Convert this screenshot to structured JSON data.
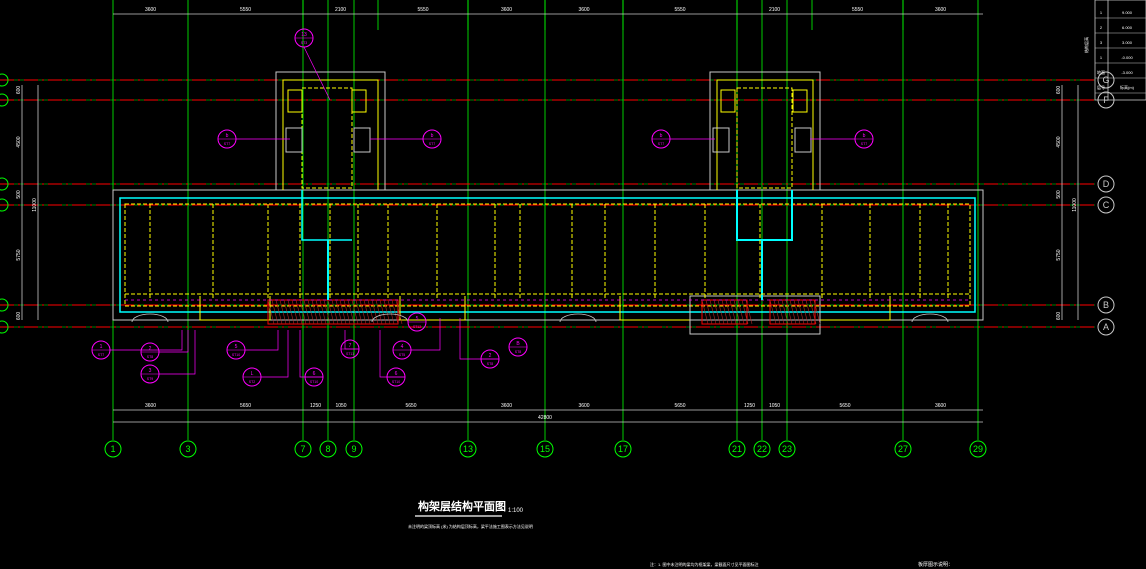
{
  "drawing": {
    "title": "构架层结构平面图",
    "scale": "1:100",
    "note_line": "未注明的梁顶标高 (米) 为结构层顶标高，梁平法施工图表示方法见说明",
    "footer_note_center": "注：1. 图中未注明的梁均为框架梁，梁截面尺寸见平面图标注",
    "footer_note_right": "板厚图示说明：",
    "colors": {
      "background": "#000000",
      "grid": "#00ff00",
      "beam": "#ffff00",
      "wall": "#00ffff",
      "annotation": "#ff00ff",
      "red": "#ff0000",
      "dimension": "#ffffff"
    }
  },
  "axes_x": [
    "1",
    "3",
    "7",
    "8",
    "9",
    "13",
    "15",
    "17",
    "21",
    "22",
    "23",
    "27",
    "29"
  ],
  "axes_y": [
    "G",
    "F",
    "D",
    "C",
    "B",
    "A"
  ],
  "dims_top": [
    "3600",
    "5550",
    "2100",
    "5550",
    "3600",
    "3600",
    "5550",
    "2100",
    "5550",
    "3600"
  ],
  "dims_bottom": [
    "3600",
    "5650",
    "1250",
    "1050",
    "5650",
    "3600",
    "3600",
    "5650",
    "1250",
    "1050",
    "5650",
    "3600"
  ],
  "total_dim": "42800",
  "dims_left": [
    "600",
    "4500",
    "500",
    "5750",
    "600"
  ],
  "dims_right": [
    "600",
    "4500",
    "500",
    "5750",
    "600"
  ],
  "overall_left": "11000",
  "overall_right": "11000",
  "table_rows": [
    [
      "1",
      "9.000"
    ],
    [
      "2",
      "6.000"
    ],
    [
      "3",
      "3.000"
    ],
    [
      "1",
      "-0.000"
    ],
    [
      "地面",
      "-3.000"
    ],
    [
      "层号",
      "标高(m)"
    ]
  ],
  "table_side_label": "结构层高",
  "callouts": [
    {
      "top": "1",
      "bottom": "ST7"
    },
    {
      "top": "2",
      "bottom": "ST8"
    },
    {
      "top": "3",
      "bottom": "ST9"
    },
    {
      "top": "5",
      "bottom": "ST10"
    },
    {
      "top": "L",
      "bottom": "ST2"
    },
    {
      "top": "6",
      "bottom": "ST10"
    },
    {
      "top": "7",
      "bottom": "ST11"
    },
    {
      "top": "6",
      "bottom": "ST10"
    },
    {
      "top": "4",
      "bottom": "ST5"
    },
    {
      "top": "5",
      "bottom": "ST12"
    },
    {
      "top": "2",
      "bottom": "ST8"
    },
    {
      "top": "B",
      "bottom": "ST8"
    },
    {
      "top": "b",
      "bottom": "ST7"
    },
    {
      "top": "b",
      "bottom": "ST7"
    },
    {
      "top": "b",
      "bottom": "ST7"
    },
    {
      "top": "b",
      "bottom": "ST7"
    },
    {
      "top": "13",
      "bottom": "ST3"
    }
  ]
}
